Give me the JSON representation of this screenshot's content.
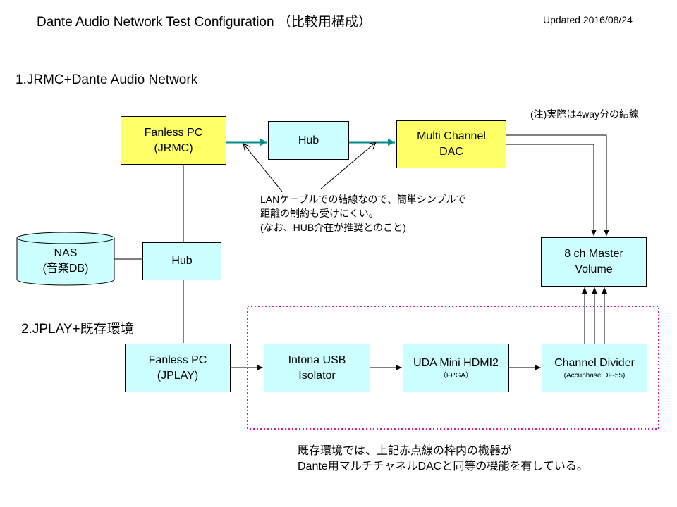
{
  "header": {
    "title": "Dante Audio Network Test Configuration （比較用構成）",
    "updated": "Updated 2016/08/24"
  },
  "sections": {
    "s1": "1.JRMC+Dante Audio Network",
    "s2": "2.JPLAY+既存環境"
  },
  "nodes": {
    "fanless_jrmc": {
      "line1": "Fanless PC",
      "line2": "(JRMC)"
    },
    "hub_top": {
      "line1": "Hub"
    },
    "multi_dac": {
      "line1": "Multi Channel",
      "line2": "DAC"
    },
    "nas": {
      "line1": "NAS",
      "line2": "(音楽DB)"
    },
    "hub_mid": {
      "line1": "Hub"
    },
    "master_volume": {
      "line1": "8 ch Master",
      "line2": "Volume"
    },
    "fanless_jplay": {
      "line1": "Fanless PC",
      "line2": "(JPLAY)"
    },
    "intona": {
      "line1": "Intona USB",
      "line2": "Isolator"
    },
    "uda": {
      "line1": "UDA Mini HDMI2",
      "line2": "（FPGA）"
    },
    "divider": {
      "line1": "Channel Divider",
      "line2": "(Accuphase DF-55)"
    }
  },
  "notes": {
    "four_way": "(注)実際は4way分の結線",
    "lan_1": "LANケーブルでの結線なので、簡単シンプルで",
    "lan_2": "距離の制約も受けにくい。",
    "lan_3": "(なお、HUB介在が推奨とのこと)",
    "bottom_1": "既存環境では、上記赤点線の枠内の機器が",
    "bottom_2": "Dante用マルチチャネルDACと同等の機能を有している。"
  },
  "colors": {
    "yellow_box": "#ffff66",
    "cyan_box": "#ccffff",
    "lan_arrow": "#008b8b",
    "dotted_frame": "#e0168c"
  }
}
